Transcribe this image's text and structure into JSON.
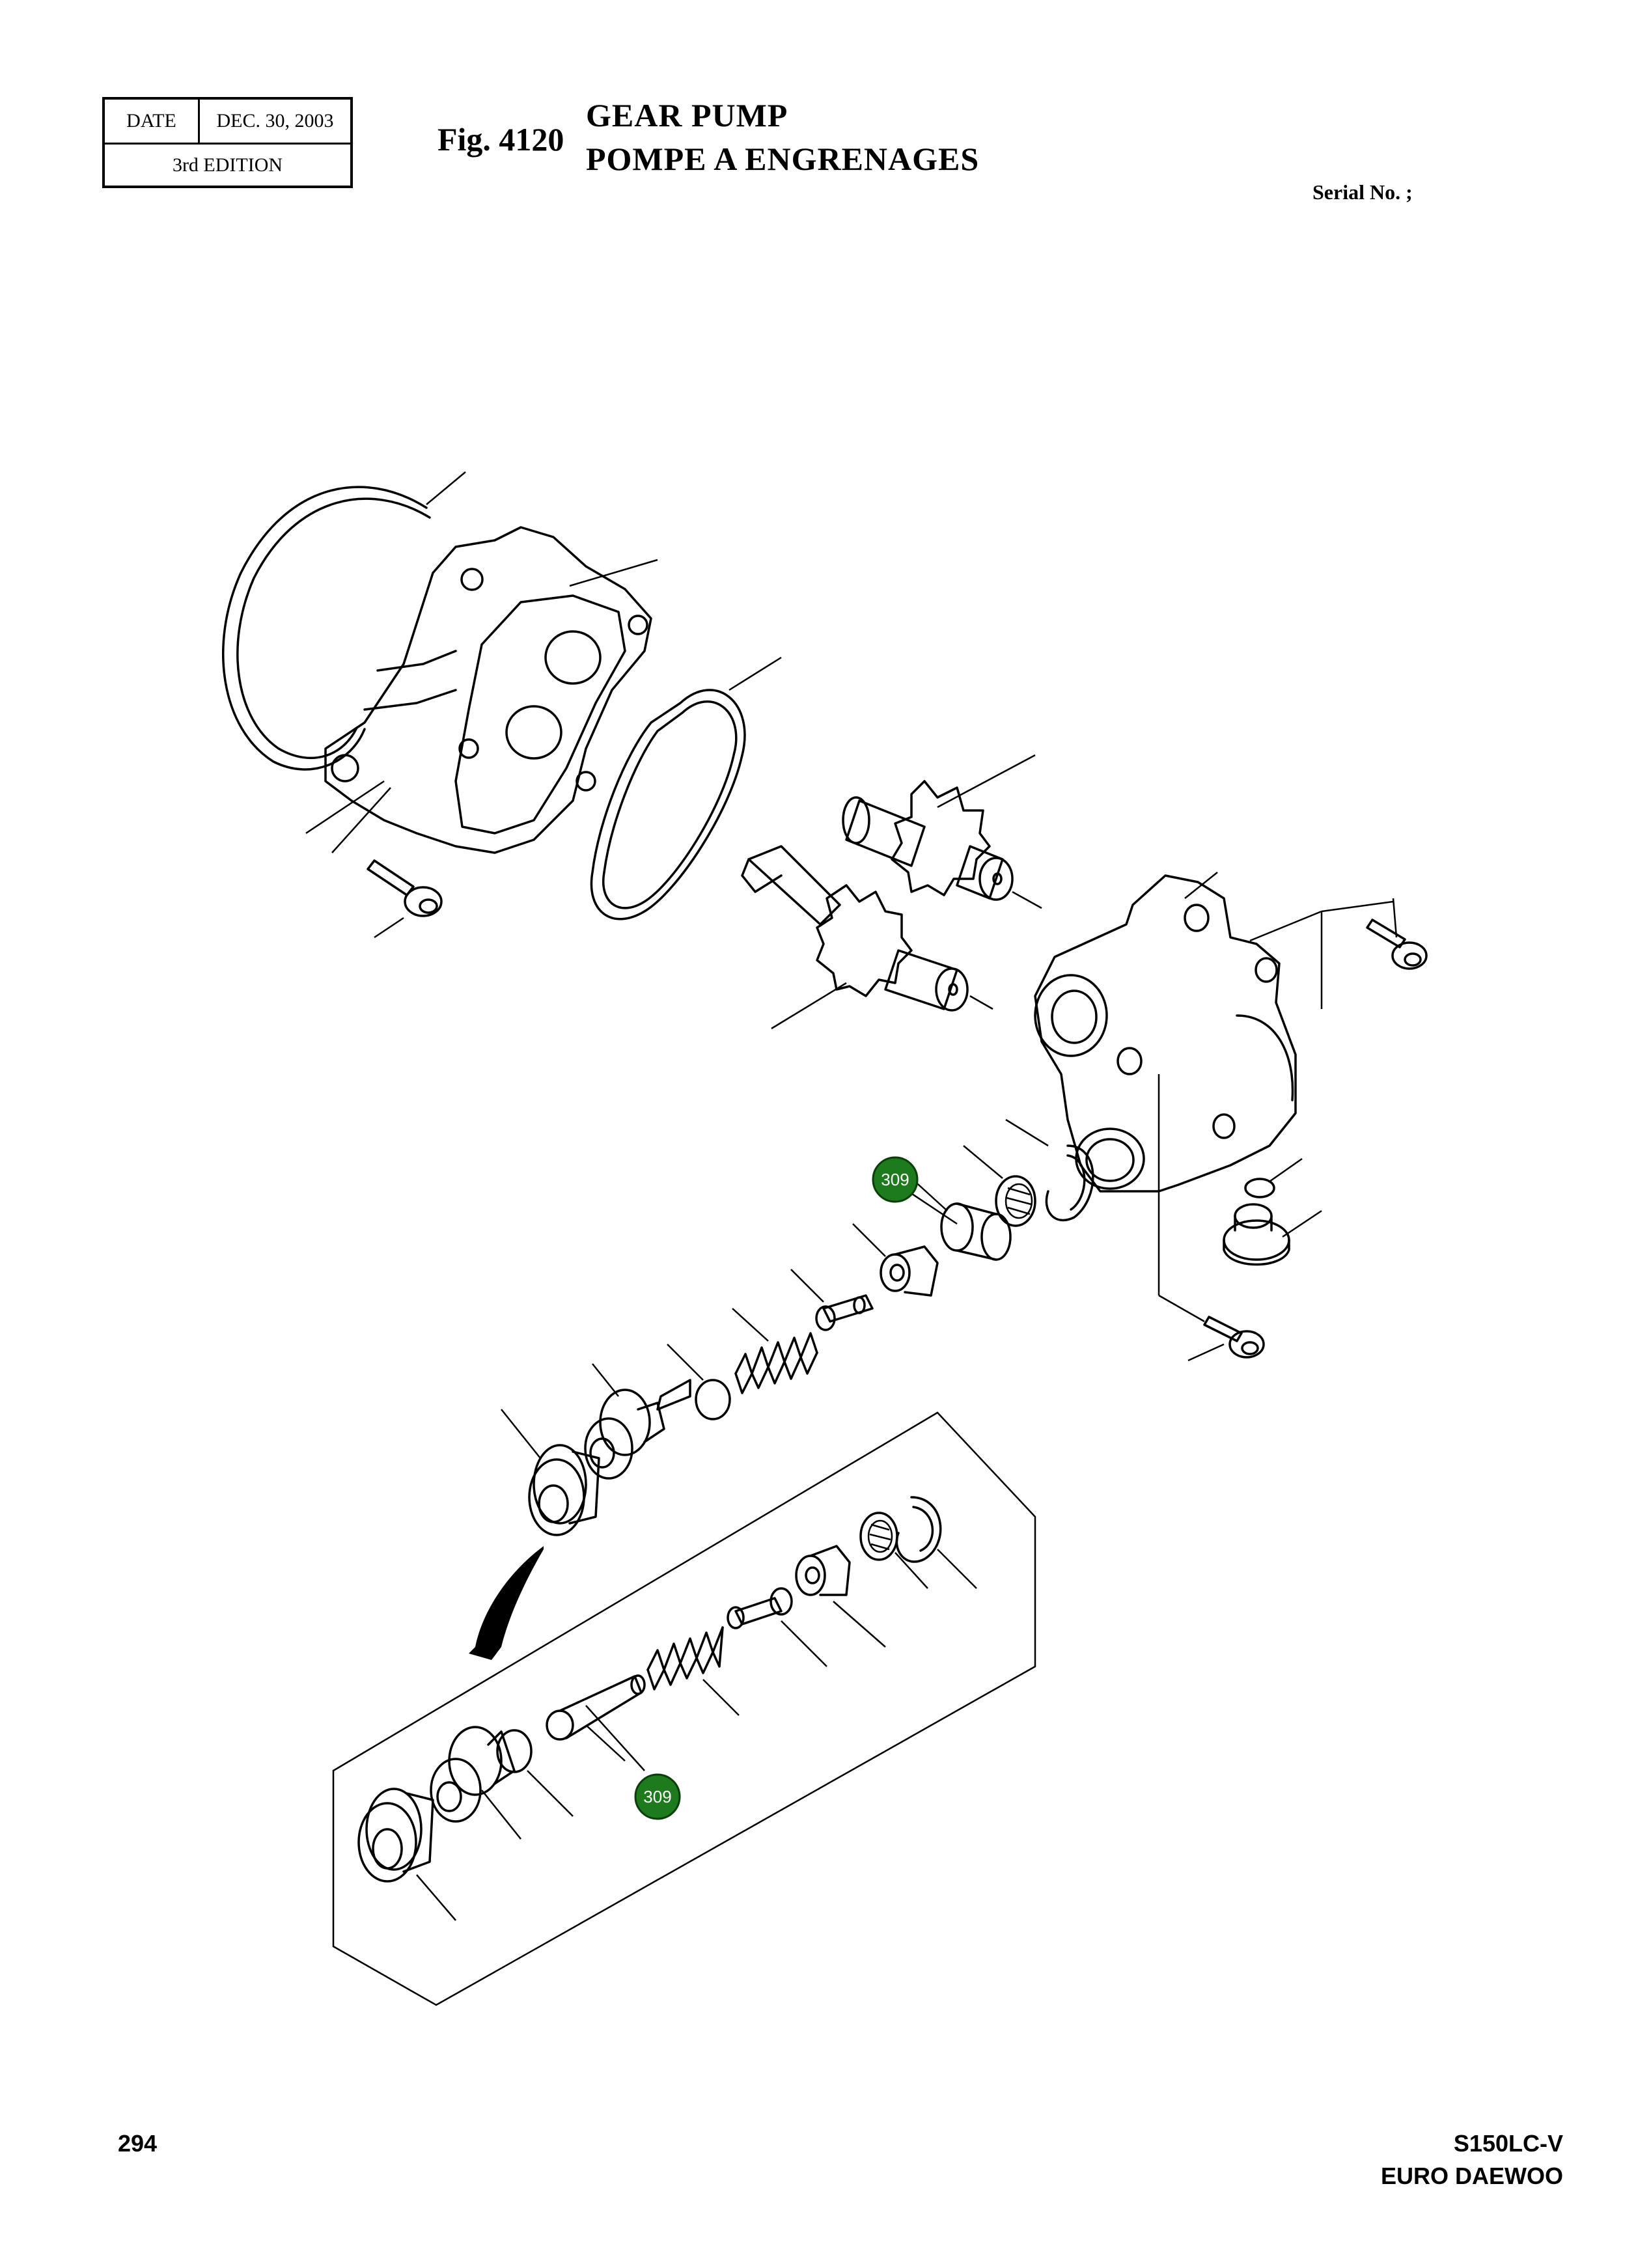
{
  "header": {
    "date_label": "DATE",
    "date_value": "DEC. 30, 2003",
    "edition": "3rd  EDITION",
    "fig_number": "Fig. 4120",
    "title_en": "GEAR PUMP",
    "title_fr": "POMPE A ENGRENAGES",
    "serial": "Serial No. ;"
  },
  "callouts": [
    {
      "label": "309"
    },
    {
      "label": "309"
    }
  ],
  "footer": {
    "page_number": "294",
    "model": "S150LC-V",
    "maker": "EURO DAEWOO"
  },
  "colors": {
    "badge_fill": "#1d7a1d",
    "line": "#000000",
    "background": "#ffffff"
  }
}
